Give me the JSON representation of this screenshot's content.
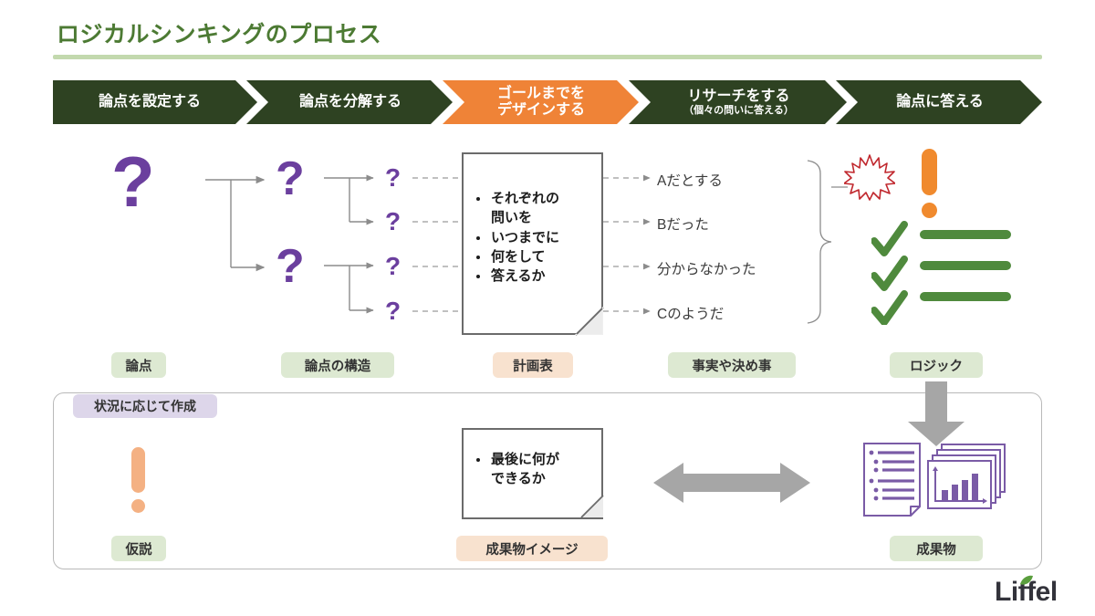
{
  "page": {
    "title": "ロジカルシンキングのプロセス",
    "logo": "Liffel"
  },
  "colors": {
    "title_green": "#4c7a33",
    "rule_green": "#c3d9ae",
    "banner_dark_green": "#2e4222",
    "banner_orange": "#ef8337",
    "purple": "#6b3f9e",
    "check_green": "#4f8a3d",
    "bar_green": "#4f8a3d",
    "exclaim_orange": "#f08a2e",
    "hypothesis_orange": "#f4b183",
    "arrow_gray": "#a6a6a6",
    "chip_green": "#dde9d2",
    "chip_peach": "#f8e2cf",
    "chip_lilac": "#ddd6ea",
    "starburst_red": "#c0272d",
    "deliverable_purple": "#7a5ba6"
  },
  "banner": {
    "steps": [
      {
        "line1": "論点を設定する",
        "line2": "",
        "active": false
      },
      {
        "line1": "論点を分解する",
        "line2": "",
        "active": false
      },
      {
        "line1": "ゴールまでを",
        "line2": "デザインする",
        "active": true
      },
      {
        "line1": "リサーチをする",
        "line2": "（個々の問いに答える）",
        "active": false
      },
      {
        "line1": "論点に答える",
        "line2": "",
        "active": false
      }
    ]
  },
  "diagram": {
    "question_marks": {
      "level1": "?",
      "level2": "?",
      "level3": "?"
    },
    "plan_doc": {
      "bullets": [
        {
          "text": "それぞれの",
          "cont": "問いを"
        },
        {
          "text": "いつまでに",
          "cont": ""
        },
        {
          "text": "何をして",
          "cont": ""
        },
        {
          "text": "答えるか",
          "cont": ""
        }
      ]
    },
    "answers": [
      "Aだとする",
      "Bだった",
      "分からなかった",
      "Cのようだ"
    ],
    "labels": [
      {
        "text": "論点",
        "style": "green"
      },
      {
        "text": "論点の構造",
        "style": "green"
      },
      {
        "text": "計画表",
        "style": "peach"
      },
      {
        "text": "事実や決め事",
        "style": "green"
      },
      {
        "text": "ロジック",
        "style": "green"
      }
    ]
  },
  "bottom_panel": {
    "tag": "状況に応じて作成",
    "hypothesis_label": "仮説",
    "deliverable_doc": {
      "bullets": [
        {
          "text": "最後に何が",
          "cont": "できるか"
        }
      ]
    },
    "deliverable_image_label": "成果物イメージ",
    "deliverable_label": "成果物"
  }
}
